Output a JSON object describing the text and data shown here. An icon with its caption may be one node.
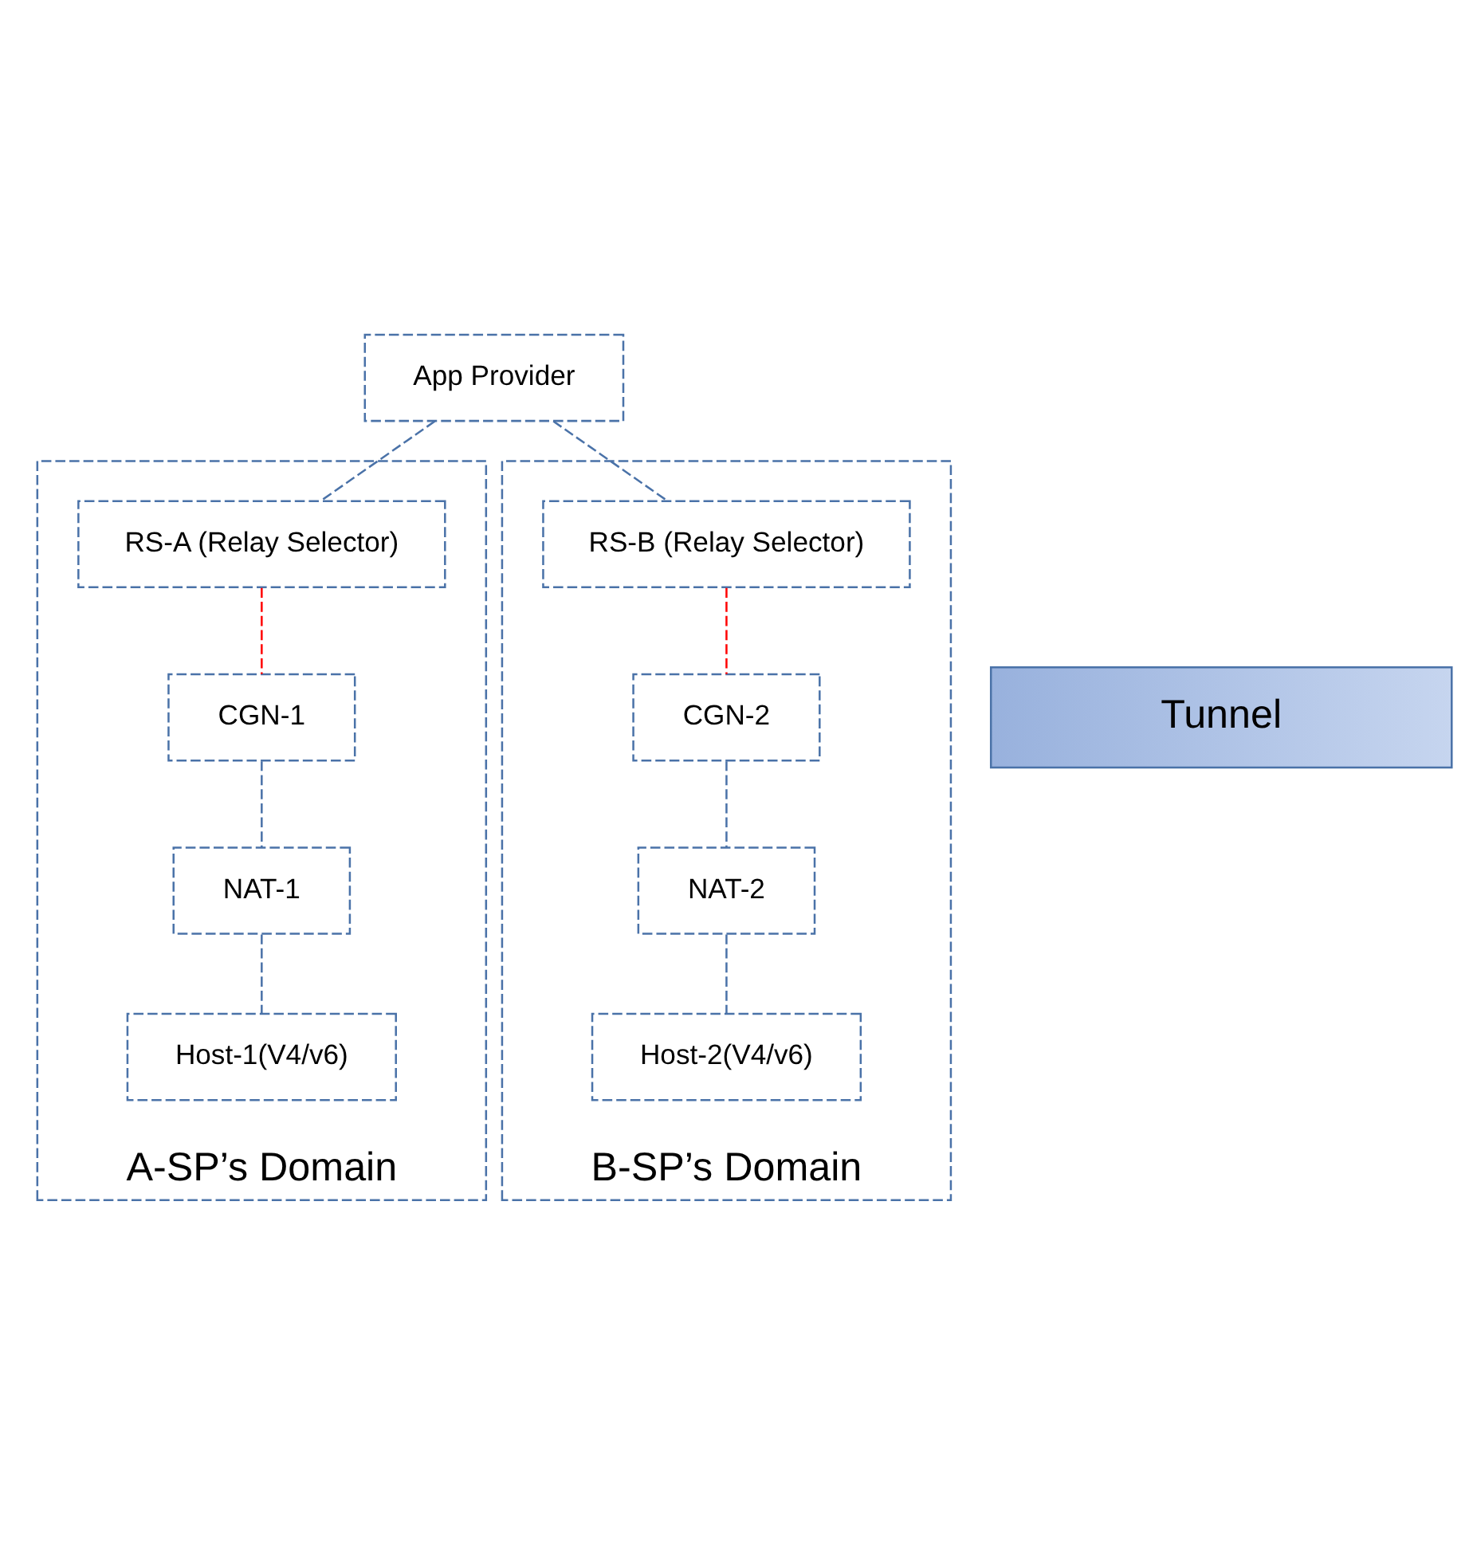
{
  "diagram": {
    "nodes": [
      {
        "text": [
          "App Provider"
        ]
      },
      {
        "text": [
          "A-SP’s Domain"
        ]
      },
      {
        "text": [
          "RS-A (Relay Selector)"
        ],
        "in": 1
      },
      {
        "text": [
          "CGN-1"
        ],
        "in": 1
      },
      {
        "text": [
          "NAT-1"
        ],
        "in": 1
      },
      {
        "text": [
          "Host-1(V4/v6)"
        ],
        "in": 1
      },
      {
        "text": [
          "B-SP’s Domain"
        ]
      },
      {
        "text": [
          "RS-B (Relay Selector)"
        ],
        "in": 6
      },
      {
        "text": [
          "CGN-2"
        ],
        "in": 6
      },
      {
        "text": [
          "NAT-2"
        ],
        "in": 6
      },
      {
        "text": [
          "Host-2(V4/v6)"
        ],
        "in": 6
      },
      {
        "text": [
          "Tunnel"
        ]
      }
    ],
    "edges": [
      {
        "from": 0,
        "to": 2,
        "arrow": "none",
        "style": "dashed"
      },
      {
        "from": 0,
        "to": 7,
        "arrow": "none",
        "style": "dashed"
      },
      {
        "from": 2,
        "to": 3,
        "arrow": "none",
        "style": "dashed",
        "color": "#ff0000"
      },
      {
        "from": 7,
        "to": 8,
        "arrow": "none",
        "style": "dashed",
        "color": "#ff0000"
      },
      {
        "from": 3,
        "to": 4,
        "arrow": "none",
        "style": "dashed"
      },
      {
        "from": 4,
        "to": 5,
        "arrow": "none",
        "style": "dashed"
      },
      {
        "from": 8,
        "to": 9,
        "arrow": "none",
        "style": "dashed"
      },
      {
        "from": 9,
        "to": 10,
        "arrow": "none",
        "style": "dashed"
      }
    ]
  }
}
